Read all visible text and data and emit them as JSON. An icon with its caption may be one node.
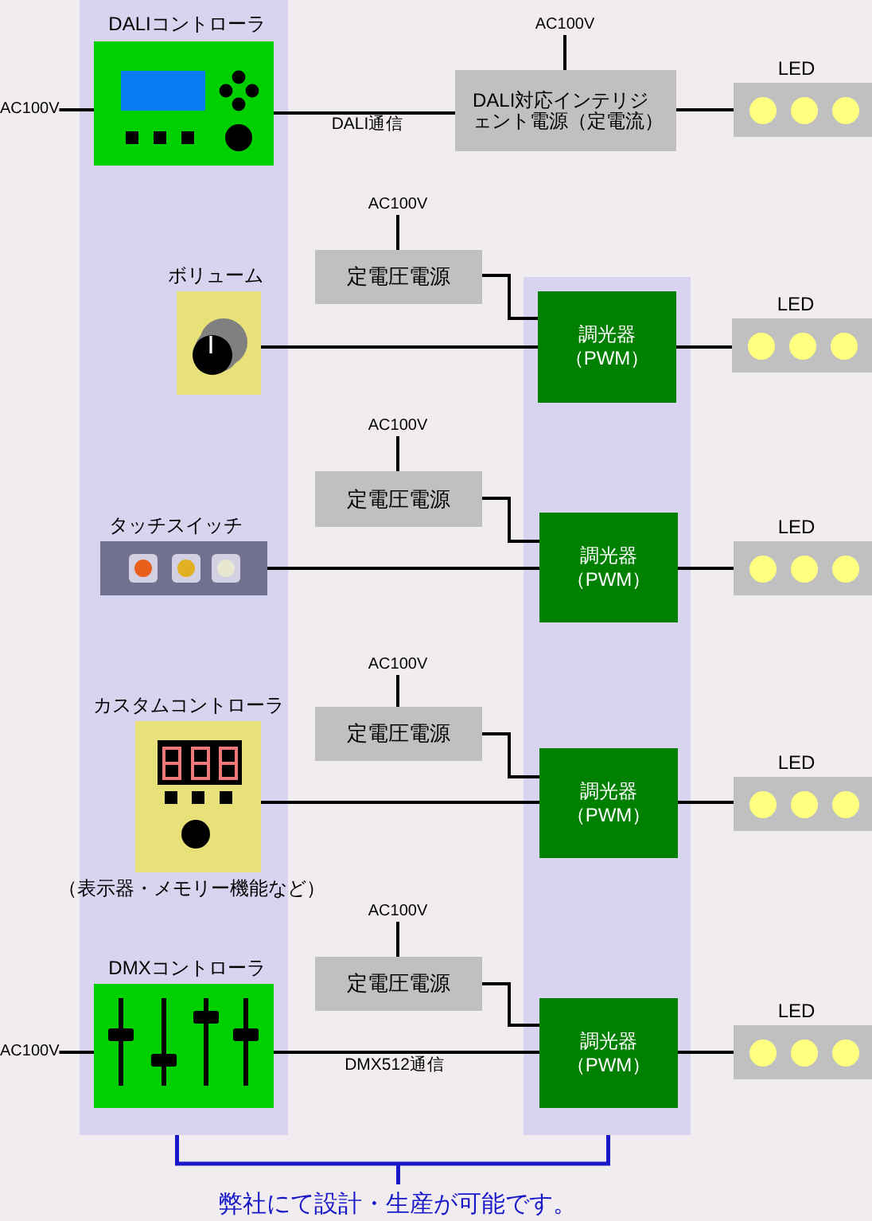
{
  "diagram": {
    "nodes": [
      {
        "text": [],
        "shape": "band"
      },
      {
        "text": [],
        "shape": "band"
      },
      {
        "text": [
          "AC100V"
        ]
      },
      {
        "text": [
          "DALIコントローラ"
        ],
        "in": 0
      },
      {
        "text": [
          "AC100V"
        ]
      },
      {
        "text": [
          "DALI対応インテリジェント電源（定電流）"
        ]
      },
      {
        "text": [
          "LED"
        ]
      },
      {
        "text": [
          "AC100V"
        ]
      },
      {
        "text": [
          "定電圧電源"
        ]
      },
      {
        "text": [
          "ボリューム"
        ],
        "in": 0
      },
      {
        "text": [
          "調光器（PWM）"
        ],
        "in": 1
      },
      {
        "text": [
          "LED"
        ]
      },
      {
        "text": [
          "AC100V"
        ]
      },
      {
        "text": [
          "定電圧電源"
        ]
      },
      {
        "text": [
          "タッチスイッチ"
        ],
        "in": 0
      },
      {
        "text": [
          "調光器（PWM）"
        ],
        "in": 1
      },
      {
        "text": [
          "LED"
        ]
      },
      {
        "text": [
          "AC100V"
        ]
      },
      {
        "text": [
          "定電圧電源"
        ]
      },
      {
        "text": [
          "カスタムコントローラ"
        ],
        "in": 0,
        "beside": [
          "（表示器・メモリー機能など）"
        ]
      },
      {
        "text": [
          "調光器（PWM）"
        ],
        "in": 1
      },
      {
        "text": [
          "LED"
        ]
      },
      {
        "text": [
          "AC100V"
        ]
      },
      {
        "text": [
          "定電圧電源"
        ]
      },
      {
        "text": [
          "AC100V"
        ]
      },
      {
        "text": [
          "DMXコントローラ"
        ],
        "in": 0
      },
      {
        "text": [
          "調光器（PWM）"
        ],
        "in": 1
      },
      {
        "text": [
          "LED"
        ]
      }
    ],
    "edges": [
      {
        "from": 2,
        "to": 3,
        "arrow": "none"
      },
      {
        "from": 3,
        "to": 5,
        "arrow": "none",
        "label": "DALI通信"
      },
      {
        "from": 4,
        "to": 5,
        "arrow": "none"
      },
      {
        "from": 5,
        "to": 6,
        "arrow": "none"
      },
      {
        "from": 7,
        "to": 8,
        "arrow": "none"
      },
      {
        "from": 8,
        "to": 10,
        "arrow": "none"
      },
      {
        "from": 9,
        "to": 10,
        "arrow": "none"
      },
      {
        "from": 10,
        "to": 11,
        "arrow": "none"
      },
      {
        "from": 12,
        "to": 13,
        "arrow": "none"
      },
      {
        "from": 13,
        "to": 15,
        "arrow": "none"
      },
      {
        "from": 14,
        "to": 15,
        "arrow": "none"
      },
      {
        "from": 15,
        "to": 16,
        "arrow": "none"
      },
      {
        "from": 17,
        "to": 18,
        "arrow": "none"
      },
      {
        "from": 18,
        "to": 20,
        "arrow": "none"
      },
      {
        "from": 19,
        "to": 20,
        "arrow": "none"
      },
      {
        "from": 20,
        "to": 21,
        "arrow": "none"
      },
      {
        "from": 22,
        "to": 23,
        "arrow": "none"
      },
      {
        "from": 23,
        "to": 26,
        "arrow": "none"
      },
      {
        "from": 24,
        "to": 25,
        "arrow": "none"
      },
      {
        "from": 25,
        "to": 26,
        "arrow": "none",
        "label": "DMX512通信"
      },
      {
        "from": 26,
        "to": 27,
        "arrow": "none"
      }
    ],
    "labels": [
      "弊社にて設計・生産が可能です。"
    ]
  }
}
